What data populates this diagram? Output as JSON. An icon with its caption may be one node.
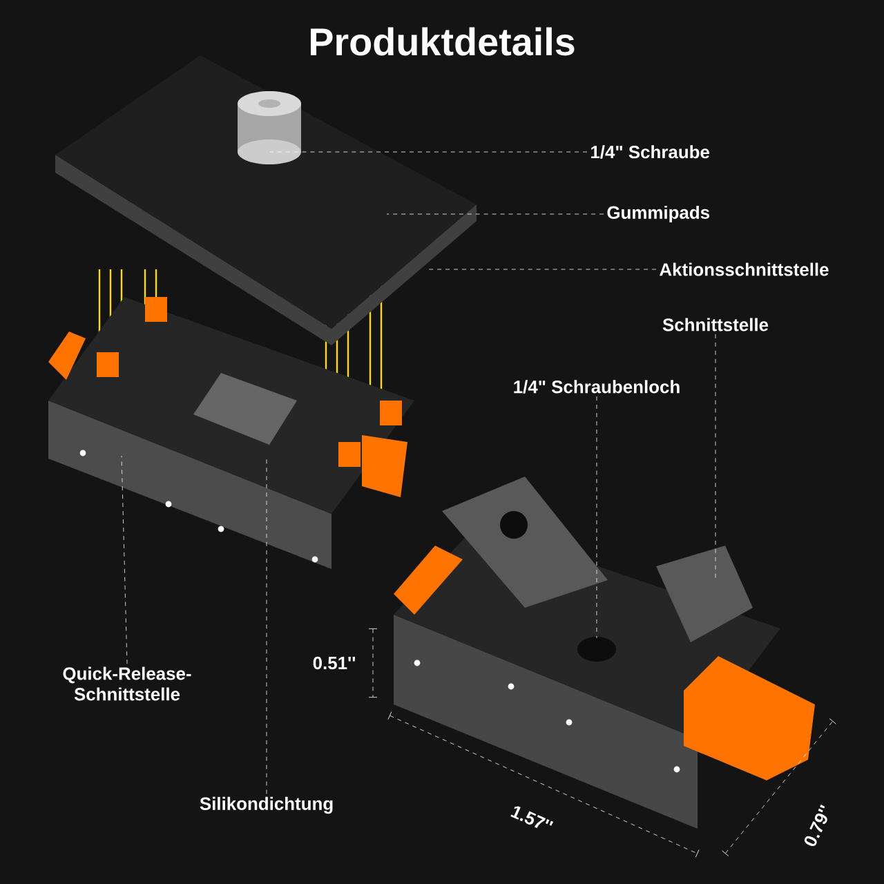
{
  "diagram": {
    "title": "Produktdetails",
    "nodes": [
      {
        "text": [
          "1/4\" Schraube"
        ]
      },
      {
        "text": [
          "Gummipads"
        ]
      },
      {
        "text": [
          "Aktionsschnittstelle"
        ]
      },
      {
        "text": [
          "Schnittstelle"
        ]
      },
      {
        "text": [
          "1/4\" Schraubenloch"
        ]
      },
      {
        "text": [
          "Quick-Release-Schnittstelle"
        ]
      },
      {
        "text": [
          "Silikondichtung"
        ]
      }
    ],
    "edges": [
      {
        "from": 0,
        "to": null,
        "arrow": "none"
      },
      {
        "from": 1,
        "to": null,
        "arrow": "none"
      },
      {
        "from": 2,
        "to": null,
        "arrow": "none"
      },
      {
        "from": 3,
        "to": null,
        "arrow": "none"
      },
      {
        "from": 4,
        "to": null,
        "arrow": "none"
      },
      {
        "from": 5,
        "to": null,
        "arrow": "none"
      },
      {
        "from": 6,
        "to": null,
        "arrow": "none"
      }
    ],
    "labels": [
      "0.51''",
      "1.57''",
      "0.79''"
    ]
  }
}
